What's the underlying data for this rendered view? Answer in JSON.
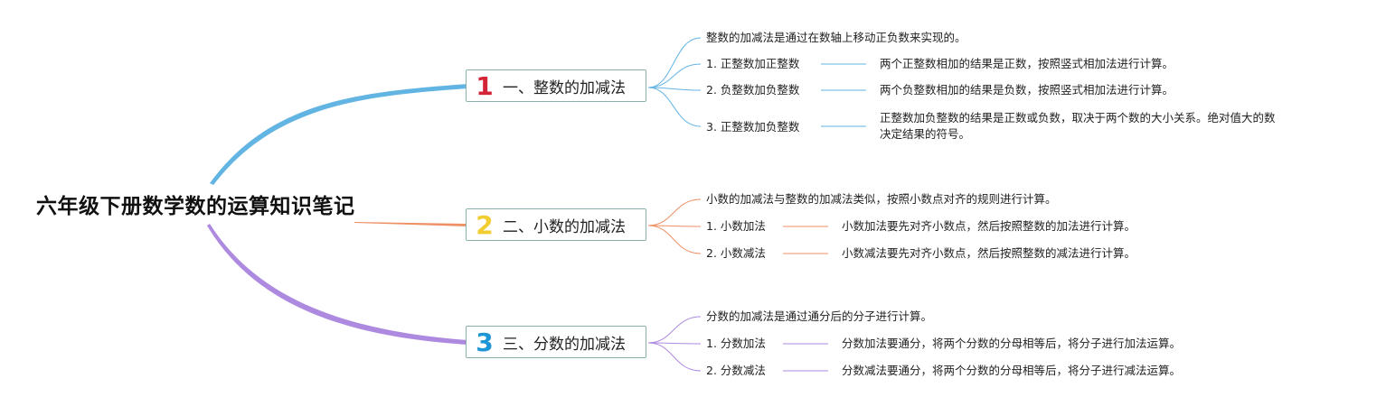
{
  "root": {
    "title": "六年级下册数学数的运算知识笔记"
  },
  "colors": {
    "branch1": "#62b4e3",
    "branch2": "#ee8f66",
    "branch3": "#ad8ae0",
    "num1": "#d42437",
    "num2": "#f2cd2f",
    "num3": "#1e95d6",
    "box_border": "#8ab0ab"
  },
  "branches": [
    {
      "number": "1",
      "label": "一、整数的加减法",
      "summary": "整数的加减法是通过在数轴上移动正负数来实现的。",
      "items": [
        {
          "label": "1. 正整数加正整数",
          "desc": "两个正整数相加的结果是正数，按照竖式相加法进行计算。"
        },
        {
          "label": "2. 负整数加负整数",
          "desc": "两个负整数相加的结果是负数，按照竖式相加法进行计算。"
        },
        {
          "label": "3. 正整数加负整数",
          "desc": "正整数加负整数的结果是正数或负数，取决于两个数的大小关系。绝对值大的数",
          "desc2": "决定结果的符号。"
        }
      ]
    },
    {
      "number": "2",
      "label": "二、小数的加减法",
      "summary": "小数的加减法与整数的加减法类似，按照小数点对齐的规则进行计算。",
      "items": [
        {
          "label": "1. 小数加法",
          "desc": "小数加法要先对齐小数点，然后按照整数的加法进行计算。"
        },
        {
          "label": "2. 小数减法",
          "desc": "小数减法要先对齐小数点，然后按照整数的减法进行计算。"
        }
      ]
    },
    {
      "number": "3",
      "label": "三、分数的加减法",
      "summary": "分数的加减法是通过通分后的分子进行计算。",
      "items": [
        {
          "label": "1. 分数加法",
          "desc": "分数加法要通分，将两个分数的分母相等后，将分子进行加法运算。"
        },
        {
          "label": "2. 分数减法",
          "desc": "分数减法要通分，将两个分数的分母相等后，将分子进行减法运算。"
        }
      ]
    }
  ]
}
